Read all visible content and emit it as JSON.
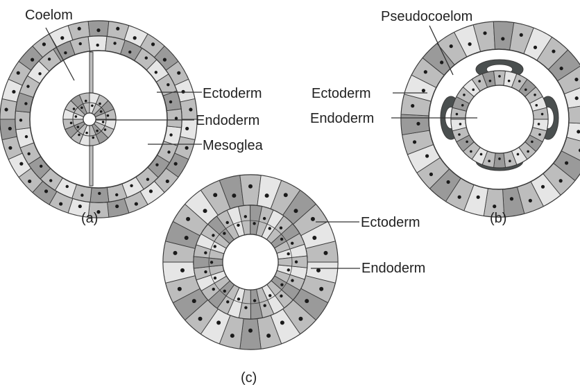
{
  "figure": {
    "panel_a": {
      "caption": "(a)",
      "labels": {
        "coelom": "Coelom",
        "ectoderm": "Ectoderm",
        "endoderm": "Endoderm",
        "mesoglea": "Mesoglea"
      }
    },
    "panel_b": {
      "caption": "(b)",
      "labels": {
        "pseudocoelom": "Pseudocoelom",
        "ectoderm": "Ectoderm",
        "endoderm": "Endoderm"
      }
    },
    "panel_c": {
      "caption": "(c)",
      "labels": {
        "ectoderm": "Ectoderm",
        "endoderm": "Endoderm"
      }
    }
  },
  "colors": {
    "cell_light": "#e6e6e6",
    "cell_mid": "#bdbdbd",
    "cell_dark": "#9a9a9a",
    "outline": "#3a3a3a",
    "nucleus": "#1a1a1a",
    "mesoderm_pouch": "#4a4f4f",
    "line": "#333333"
  }
}
